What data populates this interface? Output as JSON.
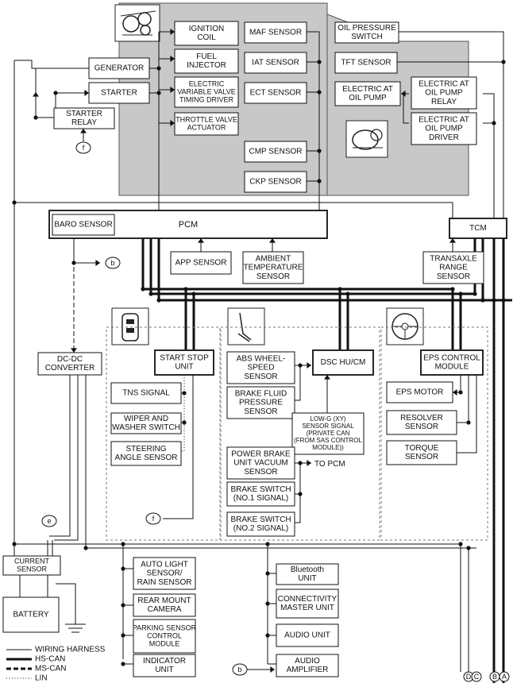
{
  "engine_boxes": {
    "ignition_coil": [
      "IGNITION",
      "COIL"
    ],
    "fuel_injector": [
      "FUEL",
      "INJECTOR"
    ],
    "vvt_driver": [
      "ELECTRIC",
      "VARIABLE VALVE",
      "TIMING DRIVER"
    ],
    "throttle_actuator": [
      "THROTTLE VALVE",
      "ACTUATOR"
    ],
    "maf_sensor": [
      "MAF SENSOR"
    ],
    "iat_sensor": [
      "IAT SENSOR"
    ],
    "ect_sensor": [
      "ECT SENSOR"
    ],
    "cmp_sensor": [
      "CMP SENSOR"
    ],
    "ckp_sensor": [
      "CKP SENSOR"
    ]
  },
  "trans_boxes": {
    "oil_pressure_switch": [
      "OIL PRESSURE",
      "SWITCH"
    ],
    "tft_sensor": [
      "TFT SENSOR"
    ],
    "electric_at_oil_pump": [
      "ELECTRIC AT",
      "OIL PUMP"
    ],
    "oil_pump_relay": [
      "ELECTRIC AT",
      "OIL PUMP",
      "RELAY"
    ],
    "oil_pump_driver": [
      "ELECTRIC AT",
      "OIL PUMP",
      "DRIVER"
    ]
  },
  "power_boxes": {
    "generator": [
      "GENERATOR"
    ],
    "starter": [
      "STARTER"
    ],
    "starter_relay": [
      "STARTER",
      "RELAY"
    ]
  },
  "pcm_area": {
    "baro_sensor": [
      "BARO SENSOR"
    ],
    "pcm_label": "PCM",
    "tcm": [
      "TCM"
    ],
    "app_sensor": [
      "APP SENSOR"
    ],
    "ambient_temp_sensor": [
      "AMBIENT",
      "TEMPERATURE",
      "SENSOR"
    ],
    "transaxle_range_sensor": [
      "TRANSAXLE",
      "RANGE",
      "SENSOR"
    ]
  },
  "chassis_boxes": {
    "dc_dc_converter": [
      "DC-DC",
      "CONVERTER"
    ],
    "start_stop_unit": [
      "START STOP",
      "UNIT"
    ],
    "tns_signal": [
      "TNS SIGNAL"
    ],
    "wiper_switch": [
      "WIPER AND",
      "WASHER SWITCH"
    ],
    "steering_angle_sensor": [
      "STEERING",
      "ANGLE SENSOR"
    ],
    "abs_wheel_speed_sensor": [
      "ABS WHEEL-",
      "SPEED",
      "SENSOR"
    ],
    "brake_fluid_pressure_sensor": [
      "BRAKE FLUID",
      "PRESSURE",
      "SENSOR"
    ],
    "dsc_hu_cm": [
      "DSC HU/CM"
    ],
    "low_g_sensor": [
      "LOW-G (XY)",
      "SENSOR SIGNAL",
      "(PRIVATE CAN",
      "(FROM SAS CONTROL",
      "MODULE))"
    ],
    "power_brake_vacuum_sensor": [
      "POWER BRAKE",
      "UNIT VACUUM",
      "SENSOR"
    ],
    "to_pcm": "TO PCM",
    "brake_switch_1": [
      "BRAKE SWITCH",
      "(NO.1 SIGNAL)"
    ],
    "brake_switch_2": [
      "BRAKE SWITCH",
      "(NO.2 SIGNAL)"
    ],
    "eps_control_module": [
      "EPS CONTROL",
      "MODULE"
    ],
    "eps_motor": [
      "EPS MOTOR"
    ],
    "resolver_sensor": [
      "RESOLVER",
      "SENSOR"
    ],
    "torque_sensor": [
      "TORQUE",
      "SENSOR"
    ]
  },
  "body_boxes": {
    "current_sensor": [
      "CURRENT",
      "SENSOR"
    ],
    "battery": [
      "BATTERY"
    ],
    "auto_light_sensor": [
      "AUTO LIGHT",
      "SENSOR/",
      "RAIN SENSOR"
    ],
    "rear_mount_camera": [
      "REAR MOUNT",
      "CAMERA"
    ],
    "parking_sensor_module": [
      "PARKING SENSOR",
      "CONTROL",
      "MODULE"
    ],
    "indicator_unit": [
      "INDICATOR",
      "UNIT"
    ],
    "bluetooth_unit": [
      "Bluetooth",
      "UNIT"
    ],
    "connectivity_master_unit": [
      "CONNECTIVITY",
      "MASTER UNIT"
    ],
    "audio_unit": [
      "AUDIO UNIT"
    ],
    "audio_amplifier": [
      "AUDIO",
      "AMPLIFIER"
    ]
  },
  "connectors": {
    "b": "b",
    "e": "e",
    "f": "f"
  },
  "bus_letters": [
    "D",
    "C",
    "B",
    "A"
  ],
  "legend": {
    "wiring_harness": "WIRING HARNESS",
    "hs_can": "HS-CAN",
    "ms_can": "MS-CAN",
    "lin": "LIN"
  }
}
